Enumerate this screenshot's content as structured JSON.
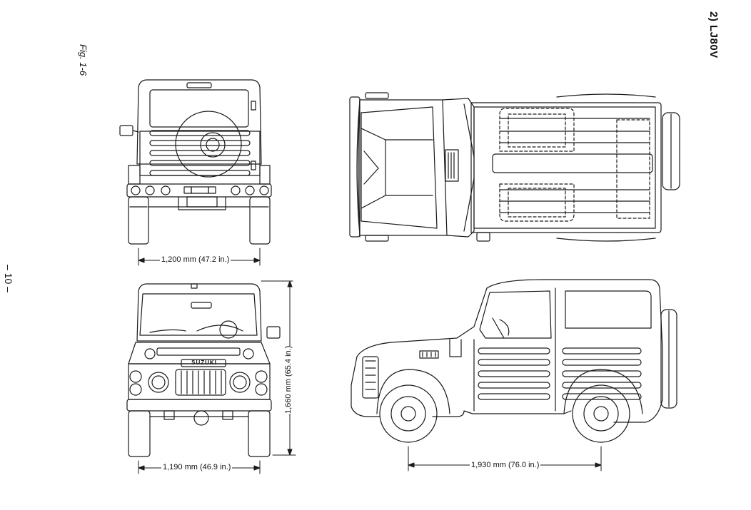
{
  "header": {
    "model_label": "2) LJ80V",
    "figure_label": "Fig. 1-6"
  },
  "page_number": "– 10 –",
  "dimensions": {
    "rear_track": "1,200 mm (47.2 in.)",
    "front_track": "1,190 mm (46.9 in.)",
    "overall_height": "1,660 mm (65.4 in.)",
    "wheelbase": "1,930 mm (76.0 in.)"
  },
  "emblem_text": "SUZUKI",
  "views": [
    "rear-view",
    "top-view",
    "front-view",
    "side-view"
  ],
  "colors": {
    "ink": "#1a1a1a",
    "paper": "#ffffff"
  }
}
